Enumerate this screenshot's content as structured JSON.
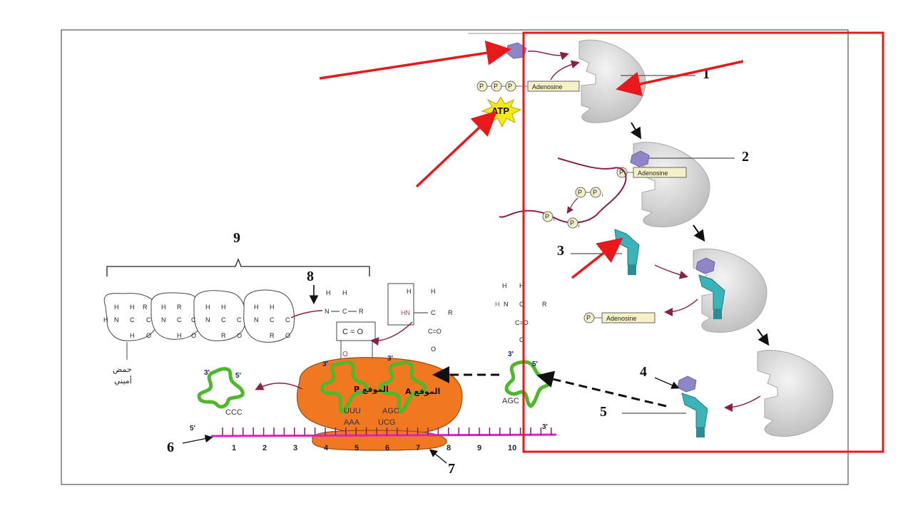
{
  "labels": {
    "n1": "1",
    "n2": "2",
    "n3": "3",
    "n4": "4",
    "n5": "5",
    "n6": "6",
    "n7": "7",
    "n8": "8",
    "n9": "9"
  },
  "molecules": {
    "adenosine": "Adenosine",
    "p": "P",
    "pi": "P",
    "pi_sub": "i",
    "atp": "ATP"
  },
  "ribosome": {
    "site_p": "P الموقع",
    "site_a": "A الموقع",
    "codons_top": [
      "UUU",
      "AGC"
    ],
    "codons_bottom": [
      "AAA",
      "UCG"
    ]
  },
  "mrna": {
    "five_prime": "5'",
    "three_prime": "3'",
    "positions": [
      "1",
      "2",
      "3",
      "4",
      "5",
      "6",
      "7",
      "8",
      "9",
      "10"
    ]
  },
  "trna": {
    "three_prime": "3'",
    "five_prime": "5'",
    "exit_anticodon": "CCC",
    "incoming_anticodon": "AGC"
  },
  "peptide": {
    "caption_line1": "حمض",
    "caption_line2": "أميني",
    "h": "H",
    "n": "N",
    "c": "C",
    "o": "O",
    "r": "R",
    "hn": "HN",
    "co": "C = O",
    "c_eq_o": "C=O"
  },
  "colors": {
    "highlight_box": "#e8191a",
    "ribosome": "#f07820",
    "trna_green": "#4cb82b",
    "mrna_magenta": "#e21fc4",
    "enzyme_gray": "#cfcfcf",
    "amino_purple": "#8e86c8",
    "trna_teal": "#3bb3b8",
    "curve_maroon": "#8b2040"
  }
}
